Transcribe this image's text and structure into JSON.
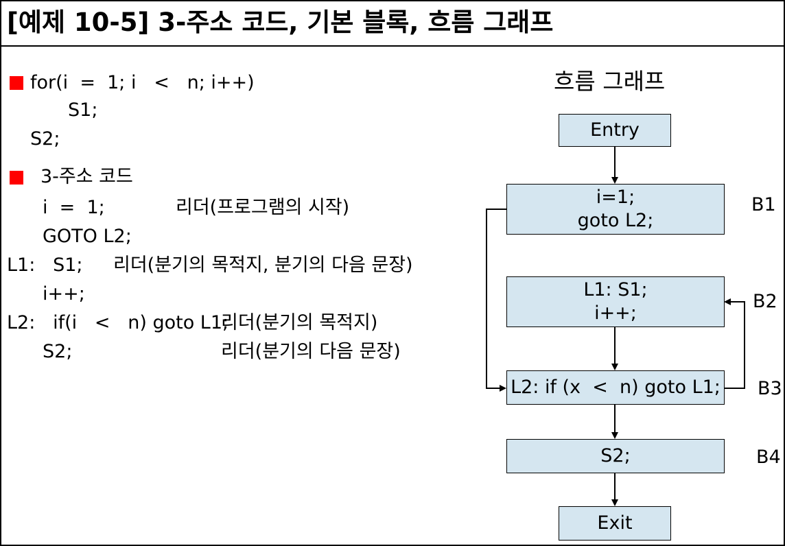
{
  "slide": {
    "title": "[예제 10-5] 3-주소 코드, 기본 블록, 흐름 그래프",
    "bullet_color": "#ff0000",
    "box_fill": "#d5e6f0"
  },
  "source_code": {
    "line1": "for(i  =  1; i   <   n; i++)",
    "line2": "S1;",
    "line3": "S2;"
  },
  "three_address": {
    "heading": "3-주소 코드",
    "lines": [
      {
        "code": "i  =  1;",
        "comment": "리더(프로그램의 시작)"
      },
      {
        "code": "GOTO L2;",
        "comment": ""
      },
      {
        "code": "L1:   S1;",
        "comment": "리더(분기의 목적지, 분기의 다음 문장)"
      },
      {
        "code": "i++;",
        "comment": ""
      },
      {
        "code": "L2:   if(i   <   n) goto L1;",
        "comment": "리더(분기의 목적지)"
      },
      {
        "code": "S2;",
        "comment": "리더(분기의 다음 문장)"
      }
    ]
  },
  "flow_graph": {
    "title": "흐름 그래프",
    "entry": "Entry",
    "exit": "Exit",
    "blocks": [
      {
        "label": "B1",
        "lines": [
          "i=1;",
          "goto L2;"
        ]
      },
      {
        "label": "B2",
        "lines": [
          "L1: S1;",
          "i++;"
        ]
      },
      {
        "label": "B3",
        "lines": [
          "L2: if (x  <  n) goto L1;"
        ]
      },
      {
        "label": "B4",
        "lines": [
          "S2;"
        ]
      }
    ]
  }
}
